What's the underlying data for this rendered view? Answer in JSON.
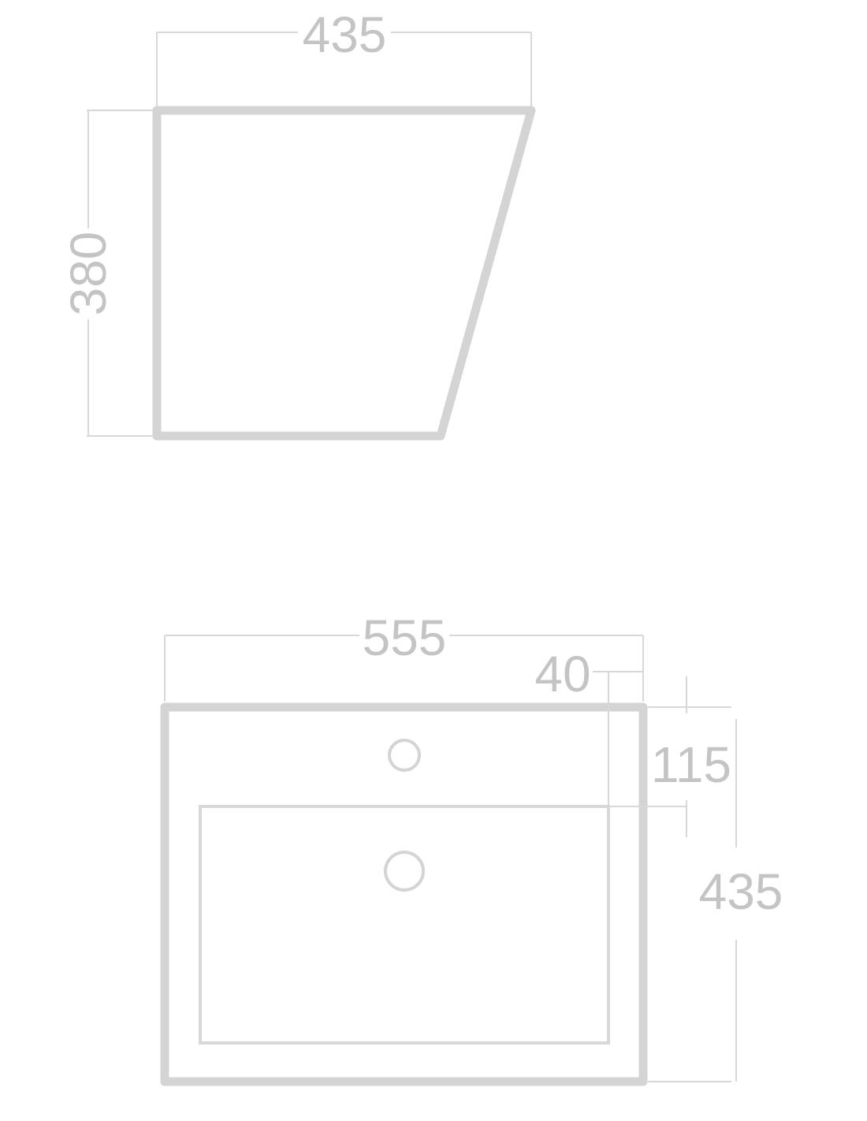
{
  "side_view": {
    "width_label": "435",
    "height_label": "380"
  },
  "top_view": {
    "width_label": "555",
    "rim_label": "40",
    "tap_offset_label": "115",
    "depth_label": "435"
  },
  "colors": {
    "outline": "#f5f5f5",
    "dimension_line": "#f4f4f4",
    "dimension_text": "#efefef"
  }
}
